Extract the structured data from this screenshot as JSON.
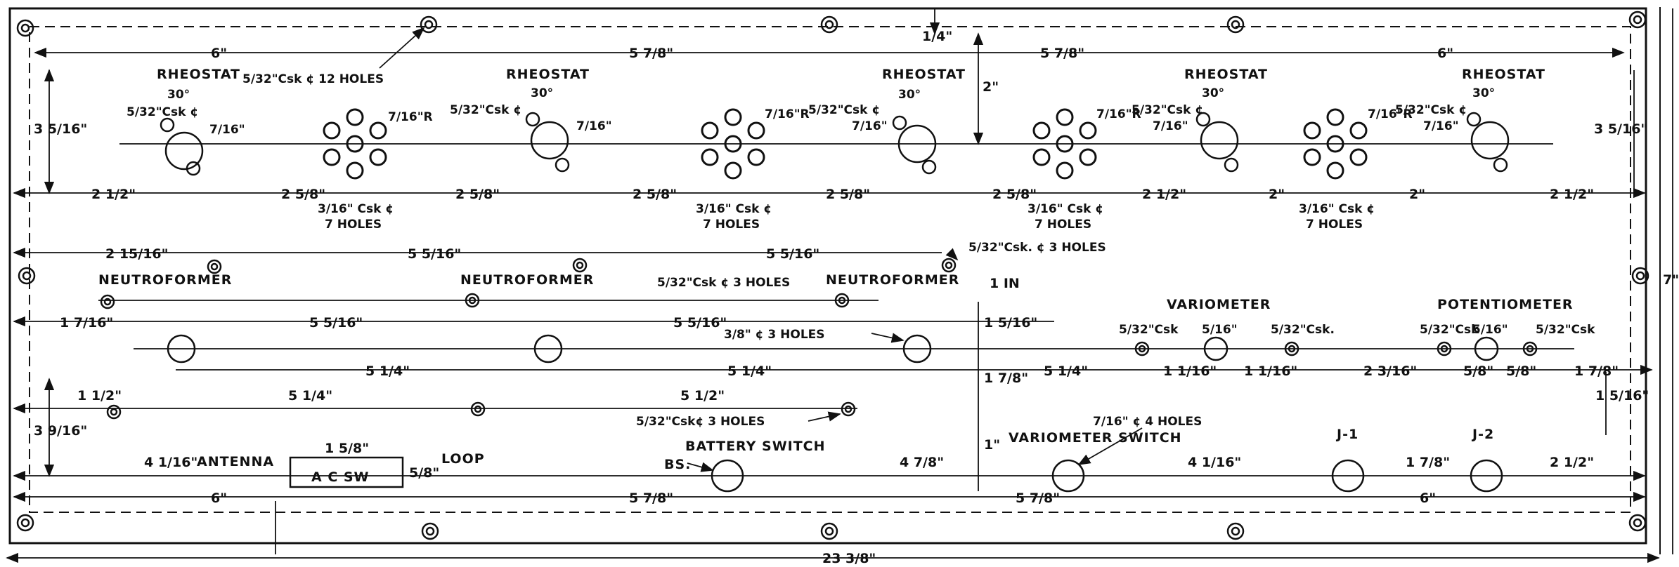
{
  "labels": {
    "rheostat": "RHEOSTAT",
    "neutroformer": "NEUTROFORMER",
    "variometer": "VARIOMETER",
    "potentiometer": "POTENTIOMETER",
    "battery_switch": "BATTERY SWITCH",
    "variometer_switch": "VARIOMETER SWITCH",
    "bs": "BS.",
    "j1": "J-1",
    "j2": "J-2",
    "antenna": "ANTENNA",
    "loop": "LOOP",
    "ac_sw": "A C SW"
  },
  "notes": {
    "csk_12_holes": "5/32\"Csk ¢ 12 HOLES",
    "csk_3_holes": "5/32\"Csk. ¢ 3 HOLES",
    "csk_3_holes_b": "5/32\"Csk ¢ 3 HOLES",
    "csk_3_holes_c": "5/32\"Csk¢ 3 HOLES",
    "hole_3_8": "3/8\" ¢ 3 HOLES",
    "hole_7_16_4": "7/16\" ¢ 4 HOLES",
    "csk_7_holes_line1": "3/16\" Csk ¢",
    "csk_7_holes_line2": "7 HOLES",
    "csk_5_32": "5/32\"Csk ¢",
    "csk_5_32_short": "5/32\"Csk",
    "csk_5_32_dot": "5/32\"Csk.",
    "d_7_16": "7/16\"",
    "d_5_16": "5/16\"",
    "r_7_16": "7/16\"R",
    "a_30": "30°"
  },
  "dimensions": {
    "overall_width": "23 3/8\"",
    "overall_height": "7\"",
    "six": "6\"",
    "five_7_8": "5 7/8\"",
    "one_quarter": "1/4\"",
    "two": "2\"",
    "three_5_16": "3 5/16\"",
    "two_half": "2 1/2\"",
    "two_5_8": "2 5/8\"",
    "two_15_16": "2 15/16\"",
    "five_5_16": "5 5/16\"",
    "one_in": "1 IN",
    "one_7_16": "1 7/16\"",
    "one_5_16": "1 5/16\"",
    "one_7_8": "1 7/8\"",
    "five_quarter": "5 1/4\"",
    "five_half": "5 1/2\"",
    "one_1_16": "1 1/16\"",
    "two_3_16": "2 3/16\"",
    "five_8": "5/8\"",
    "one_half": "1 1/2\"",
    "three_9_16": "3 9/16\"",
    "four_1_16": "4 1/16\"",
    "one_5_8": "1 5/8\"",
    "four_7_8": "4 7/8\"",
    "one_7_8b": "1 7/8\"",
    "five_8_v": "5/8\"",
    "one_in_2": "1\"",
    "one_5_16_r": "1 5/16\""
  }
}
